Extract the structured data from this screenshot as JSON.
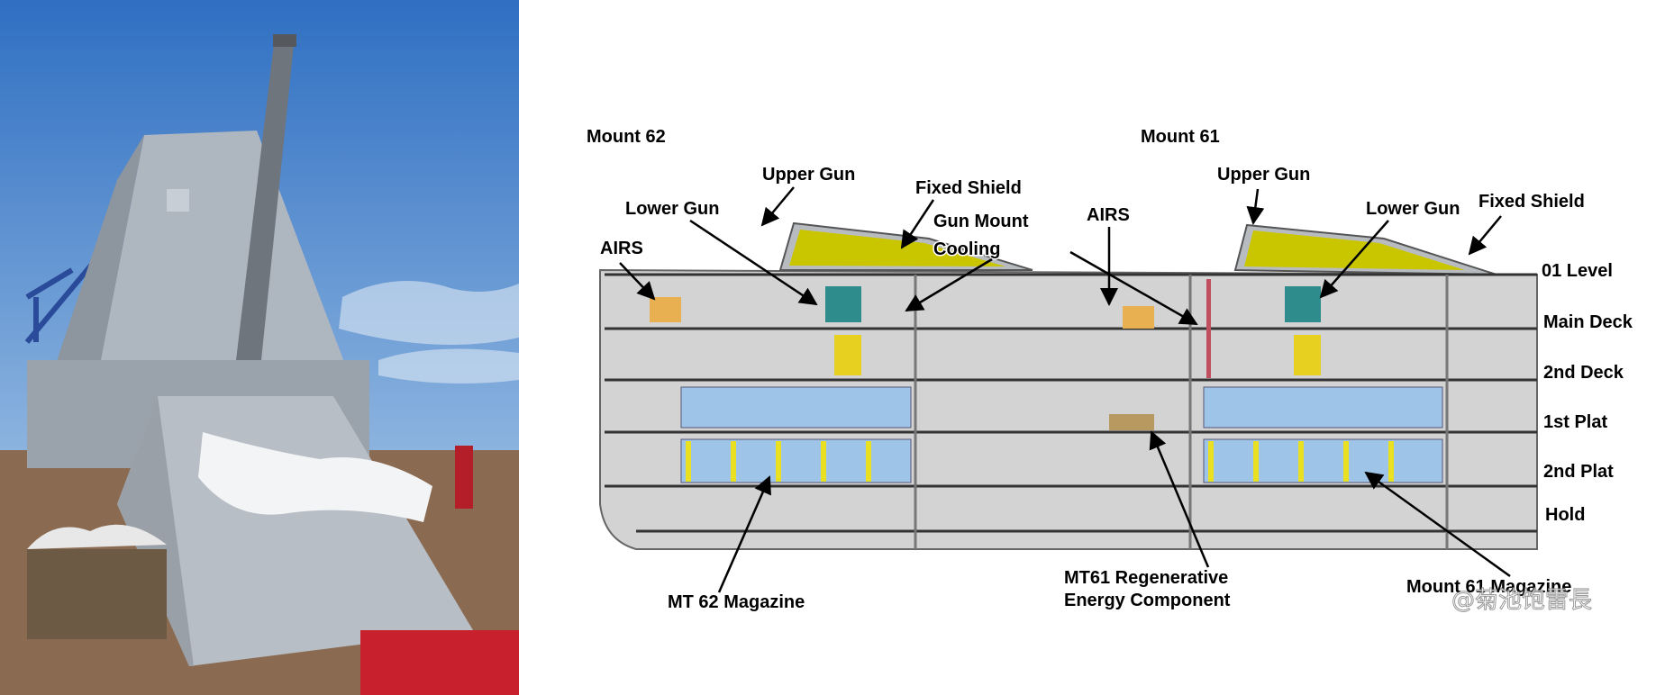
{
  "diagram": {
    "mount_labels": {
      "mount62": "Mount 62",
      "mount61": "Mount 61"
    },
    "callouts": {
      "upper_gun_62": "Upper Gun",
      "fixed_shield_62": "Fixed Shield",
      "lower_gun_62": "Lower Gun",
      "gun_mount_cooling_1": "Gun Mount",
      "gun_mount_cooling_2": "Cooling",
      "airs_62": "AIRS",
      "airs_61": "AIRS",
      "upper_gun_61": "Upper Gun",
      "lower_gun_61": "Lower Gun",
      "fixed_shield_61": "Fixed Shield",
      "mt62_magazine": "MT 62 Magazine",
      "mt61_regen_1": "MT61 Regenerative",
      "mt61_regen_2": "Energy Component",
      "mount61_magazine": "Mount 61 Magazine"
    },
    "levels": [
      "01 Level",
      "Main Deck",
      "2nd Deck",
      "1st Plat",
      "2nd Plat",
      "Hold"
    ]
  },
  "watermark": "@菊池饱雷長",
  "colors": {
    "sky": "#3f7cc7",
    "hull": "#d6d6d6",
    "magazine": "#9ec4e8",
    "ammo": "#e8e020"
  }
}
